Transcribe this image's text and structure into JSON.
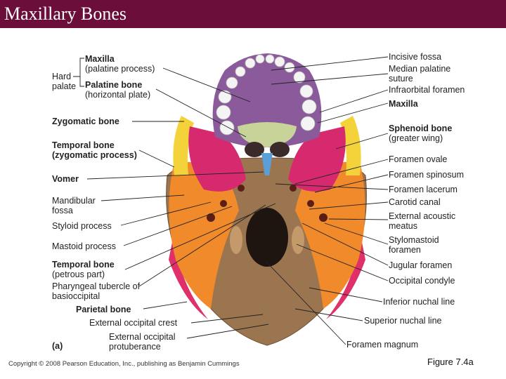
{
  "title": "Maxillary Bones",
  "left_labels": {
    "hard_palate": "Hard palate",
    "maxilla": "Maxilla",
    "maxilla_sub": "(palatine process)",
    "palatine": "Palatine bone",
    "palatine_sub": "(horizontal plate)",
    "zygomatic": "Zygomatic bone",
    "temporal_zyg": "Temporal bone",
    "temporal_zyg_sub": "(zygomatic process)",
    "vomer": "Vomer",
    "mandibular": "Mandibular fossa",
    "styloid": "Styloid process",
    "mastoid": "Mastoid process",
    "temporal_pet": "Temporal bone",
    "temporal_pet_sub": "(petrous part)",
    "pharyngeal": "Pharyngeal tubercle of basioccipital",
    "parietal": "Parietal bone",
    "ext_occ_crest": "External occipital crest",
    "ext_occ_prot": "External occipital protuberance",
    "part": "(a)"
  },
  "right_labels": {
    "incisive": "Incisive fossa",
    "median_palatine": "Median palatine suture",
    "infraorbital": "Infraorbital foramen",
    "maxilla": "Maxilla",
    "sphenoid": "Sphenoid bone",
    "sphenoid_sub": "(greater wing)",
    "foramen_ovale": "Foramen ovale",
    "foramen_spinosum": "Foramen spinosum",
    "foramen_lacerum": "Foramen lacerum",
    "carotid": "Carotid canal",
    "ext_acoustic": "External acoustic meatus",
    "stylomastoid": "Stylomastoid foramen",
    "jugular": "Jugular foramen",
    "occ_condyle": "Occipital condyle",
    "inf_nuchal": "Inferior nuchal line",
    "sup_nuchal": "Superior nuchal line",
    "foramen_magnum": "Foramen magnum"
  },
  "footer": {
    "copyright": "Copyright © 2008 Pearson Education, Inc., publishing as Benjamin Cummings",
    "figure": "Figure 7.4a"
  }
}
